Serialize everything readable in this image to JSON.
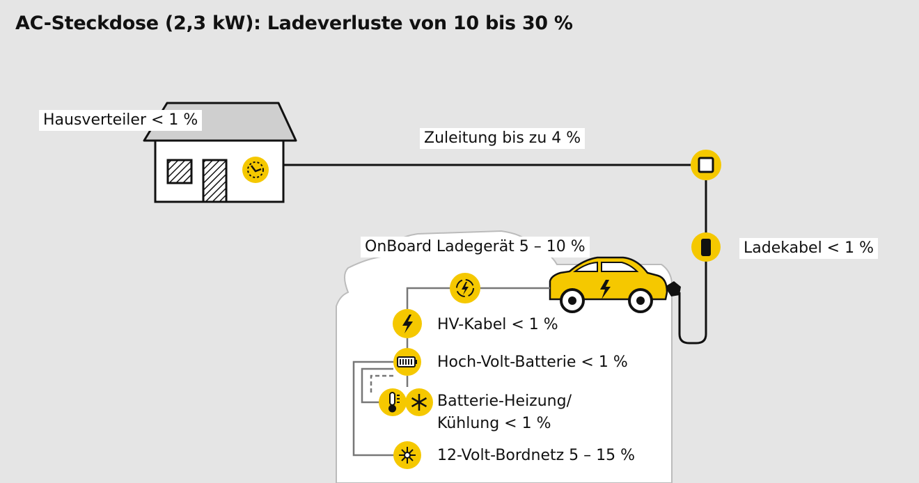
{
  "title": "AC-Steckdose (2,3 kW): Ladeverluste von 10 bis 30 %",
  "labels": {
    "hausverteiler": "Hausverteiler < 1 %",
    "zuleitung": "Zuleitung bis zu 4 %",
    "ladekabel": "Ladekabel < 1 %",
    "onboard": "OnBoard Ladegerät 5 – 10 %",
    "hv_kabel": "HV-Kabel < 1 %",
    "hv_batterie": "Hoch-Volt-Batterie < 1 %",
    "heizung_line1": "Batterie-Heizung/",
    "heizung_line2": "Kühlung < 1 %",
    "bordnetz": "12-Volt-Bordnetz 5 – 15 %"
  },
  "colors": {
    "background": "#e5e5e5",
    "accent_yellow": "#f5c800",
    "line": "#111111",
    "panel": "#ffffff",
    "roof": "#cfcfcf"
  }
}
